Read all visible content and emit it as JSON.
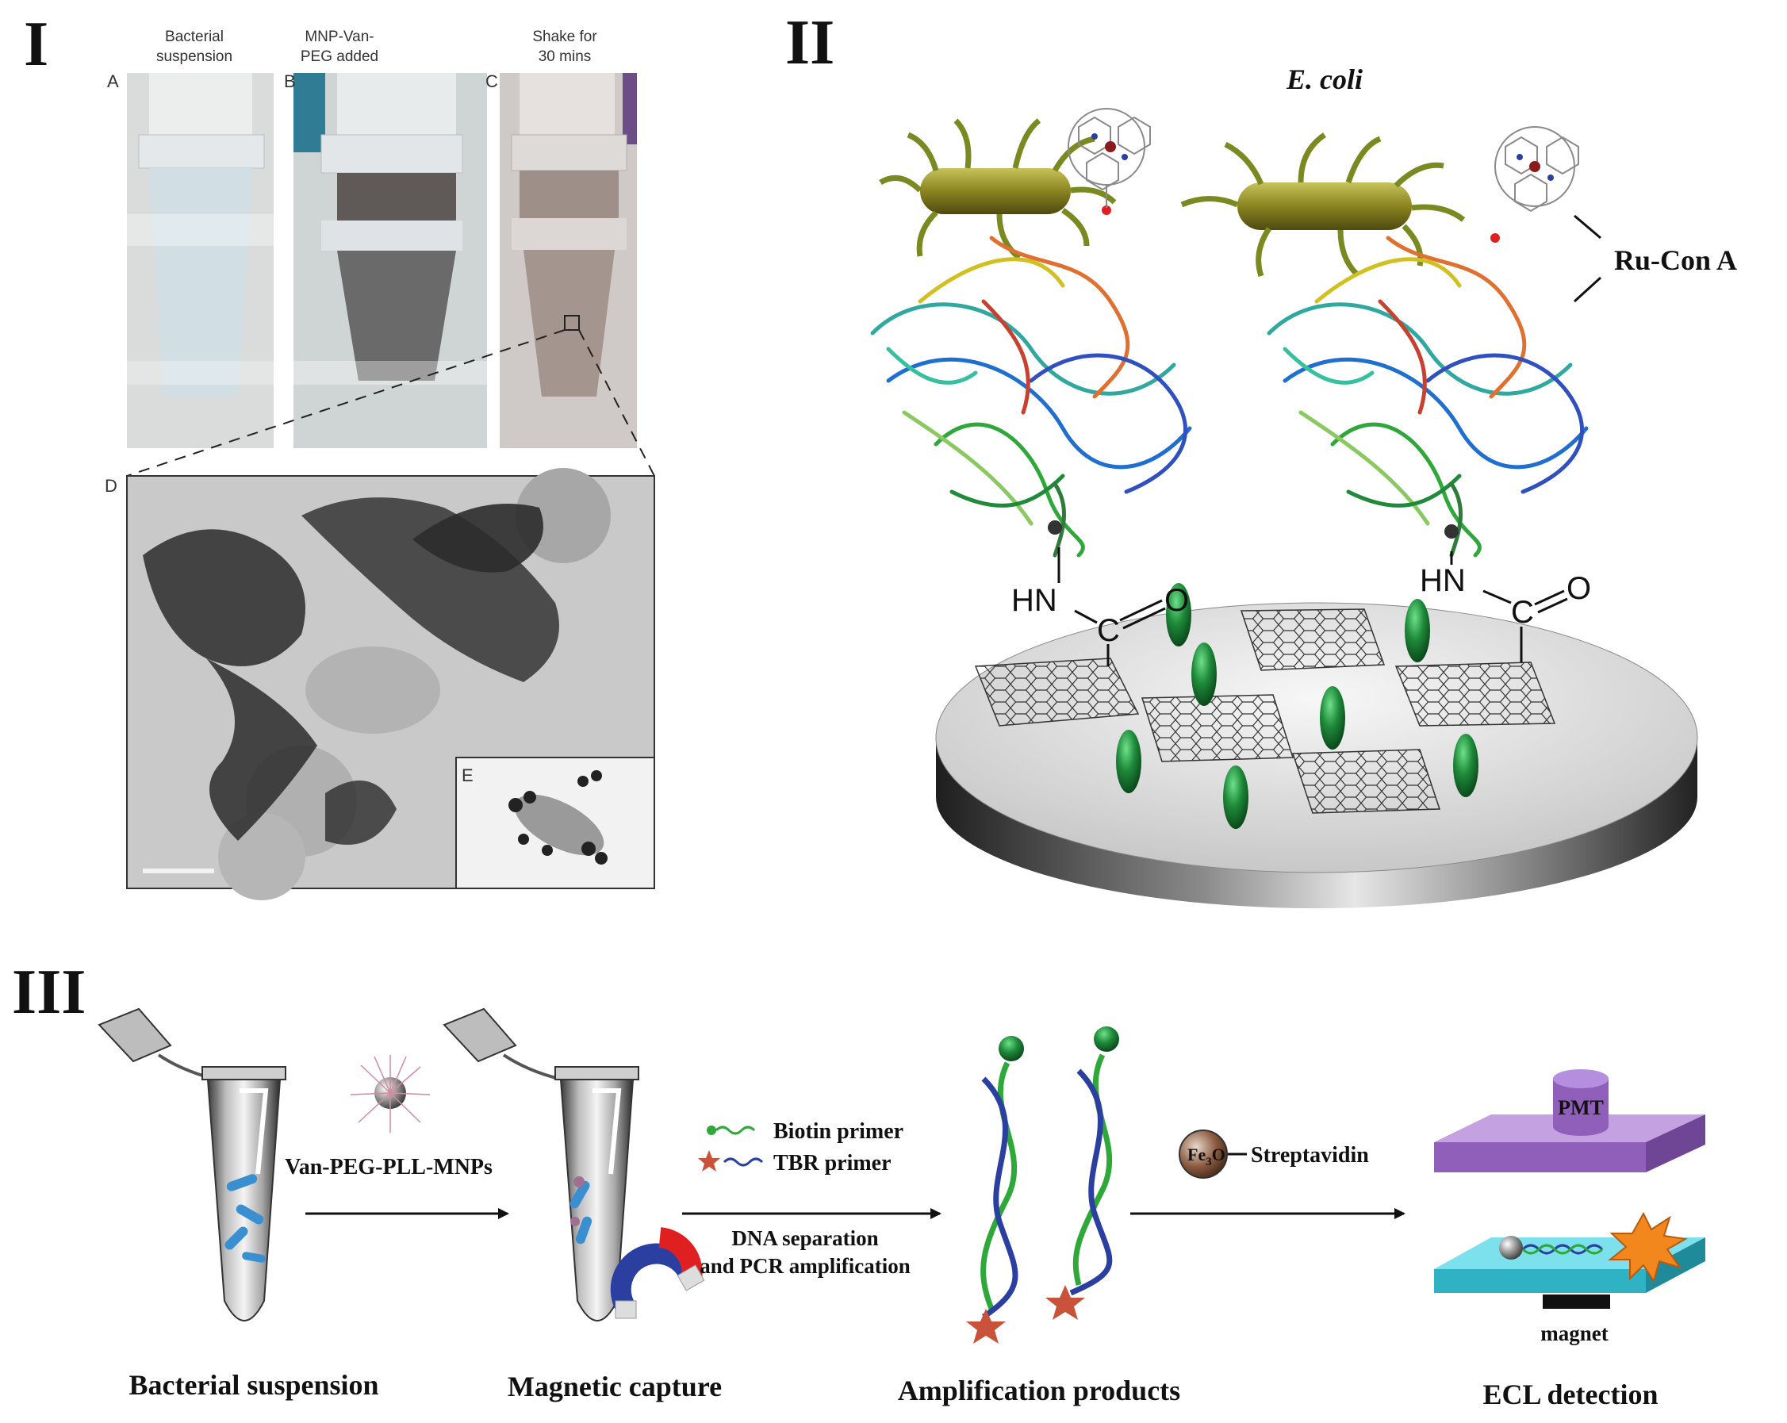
{
  "panels": {
    "p1": {
      "numeral": "I",
      "tube_a": {
        "letter": "A",
        "caption_line1": "Bacterial",
        "caption_line2": "suspension"
      },
      "tube_b": {
        "letter": "B",
        "caption_line1": "MNP-Van-",
        "caption_line2": "PEG added"
      },
      "tube_c": {
        "letter": "C",
        "caption_line1": "Shake for",
        "caption_line2": "30 mins"
      },
      "micrograph_d": {
        "letter": "D"
      },
      "inset_e": {
        "letter": "E"
      }
    },
    "p2": {
      "numeral": "II",
      "organism": "E. coli",
      "conjugate": "Ru-Con A",
      "amide_left": {
        "hn": "HN",
        "c": "C",
        "o": "O"
      },
      "amide_right": {
        "hn": "HN",
        "c": "C",
        "o": "O"
      }
    },
    "p3": {
      "numeral": "III",
      "step1_label": "Bacterial suspension",
      "reagent1": "Van-PEG-PLL-MNPs",
      "step2_label": "Magnetic capture",
      "primer_biotin": "Biotin primer",
      "primer_tbr": "TBR primer",
      "process_line1": "DNA separation",
      "process_line2": "and PCR amplification",
      "step3_label": "Amplification products",
      "bead_label": "Fe",
      "bead_sub": "3",
      "bead_label2": "O",
      "conjugate_label": "Streptavidin",
      "pmt": "PMT",
      "magnet": "magnet",
      "step4_label": "ECL detection"
    }
  },
  "colors": {
    "tube_a_liquid": "#cfdfe6",
    "tube_b_liquid": "#6a6a6a",
    "tube_c_liquid": "#a4958e",
    "tem_background": "#c9c9c9",
    "nanoparticle": "#2c2c2c",
    "ecoli_rod": "#8a8420",
    "nanotube_bead": "#1e8a3a",
    "electrode_top": "#dedede",
    "pmt_purple": "#9a6cc4",
    "chip_cyan": "#3bc3d3",
    "star_orange": "#f2871e",
    "dna_green": "#2fa83a",
    "dna_blue": "#2a3fa0",
    "star_red": "#c9533a"
  }
}
